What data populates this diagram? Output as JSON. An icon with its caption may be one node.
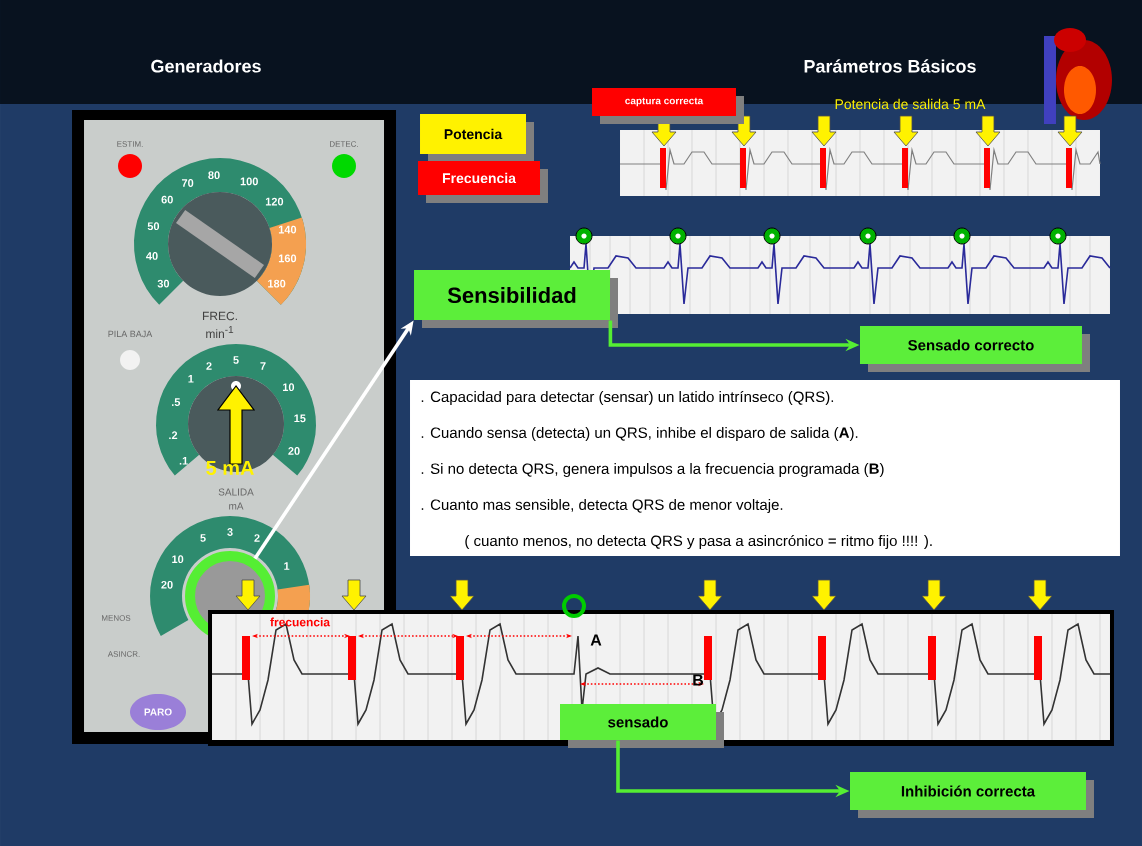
{
  "diagram": {
    "nodes": [
      {
        "text": [
          "Potencia"
        ]
      },
      {
        "text": [
          "Frecuencia"
        ]
      },
      {
        "text": [
          "Sensibilidad"
        ]
      },
      {
        "text": [
          "captura correcta"
        ]
      },
      {
        "text": [
          "Sensado correcto"
        ]
      },
      {
        "text": [
          ". Capacidad para detectar (sensar) un latido intrínseco (QRS).",
          ". Cuando sensa (detecta) un QRS,  inhibe el disparo de salida (**A**).",
          ". Si no detecta QRS,  genera impulsos a la frecuencia programada (**B**)",
          ". Cuanto mas sensible, detecta QRS de menor voltaje.",
          "( cuanto menos, no detecta QRS y pasa a asincrónico = ritmo fijo   !!!! )."
        ]
      },
      {
        "text": [
          "sensado"
        ]
      },
      {
        "text": [
          "Inhibición correcta"
        ]
      },
      {
        "text": [],
        "shape": "circle"
      }
    ],
    "edges": [
      {
        "from": 2,
        "to": 4,
        "arrow": "to"
      },
      {
        "from": 8,
        "to": 2,
        "arrow": "to",
        "color": "#ffffff"
      },
      {
        "from": 6,
        "to": 7,
        "arrow": "to"
      }
    ],
    "labels": [
      "Generadores",
      "Parámetros Básicos",
      "Potencia de salida  5 mA",
      "ESTIM.",
      "DETEC.",
      "30",
      "40",
      "50",
      "60",
      "70",
      "80",
      "100",
      "120",
      "140",
      "160",
      "180",
      "FREC.",
      "min$^{-1}$",
      "PILA BAJA",
      ".1",
      ".2",
      ".5",
      "1",
      "2",
      "5",
      "7",
      "10",
      "15",
      "20",
      "5 mA",
      "SALIDA",
      "mA",
      "20",
      "10",
      "5",
      "3",
      "2",
      "1",
      "MENOS",
      "ASINCR.",
      "PARO",
      "frecuencia",
      "A",
      "B"
    ]
  }
}
